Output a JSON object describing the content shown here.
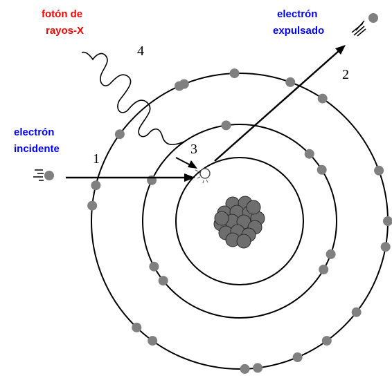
{
  "labels": {
    "photon_line1": "fotón de",
    "photon_line2": "rayos-X",
    "ejected_line1": "electrón",
    "ejected_line2": "expulsado",
    "incident_line1": "electrón",
    "incident_line2": "incidente",
    "step1": "1",
    "step2": "2",
    "step3": "3",
    "step4": "4"
  },
  "colors": {
    "photon_label": "#ff0000",
    "electron_label": "#0000ff",
    "electron_fill": "#808080",
    "nucleus_fill": "#6e6e6e",
    "line": "#000000"
  },
  "shells": [
    {
      "name": "inner-shell",
      "electron_count": 0
    },
    {
      "name": "middle-shell",
      "electron_count": 8
    },
    {
      "name": "outer-shell",
      "electron_count": 18
    }
  ],
  "icons": {
    "incident": "moving-electron-icon",
    "ejected": "moving-electron-icon",
    "vacancy": "vacancy-icon",
    "nucleus": "nucleus-icon",
    "photon": "wavy-photon-icon"
  }
}
